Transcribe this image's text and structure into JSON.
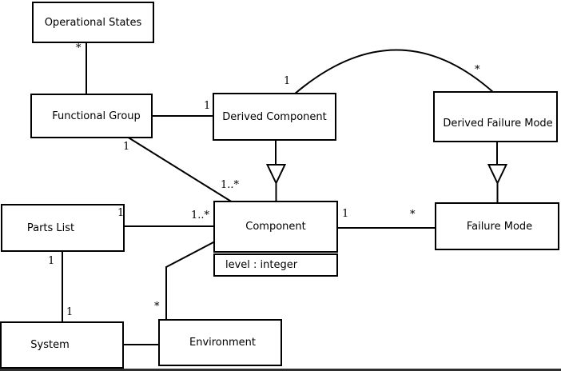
{
  "diagram": {
    "kind": "uml-class-diagram",
    "background_color": "#ffffff",
    "line_color": "#000000",
    "bottom_edge_color": "#2e2e2e",
    "classes": {
      "operational_states": {
        "name": "Operational States"
      },
      "functional_group": {
        "name": "Functional Group"
      },
      "derived_component": {
        "name": "Derived Component"
      },
      "derived_failure_mode": {
        "name": "Derived Failure Mode"
      },
      "parts_list": {
        "name": "Parts List"
      },
      "component": {
        "name": "Component",
        "attribute": "level : integer"
      },
      "failure_mode": {
        "name": "Failure Mode"
      },
      "system": {
        "name": "System"
      },
      "environment": {
        "name": "Environment"
      }
    },
    "relationships": [
      {
        "end_a": "Functional Group",
        "end_b": "Operational States",
        "type": "association",
        "mult_b": "*"
      },
      {
        "end_a": "Functional Group",
        "end_b": "Derived Component",
        "type": "association",
        "mult_b": "1"
      },
      {
        "end_a": "Derived Component",
        "end_b": "Derived Failure Mode",
        "type": "association",
        "mult_a": "1",
        "mult_b": "*"
      },
      {
        "end_a": "Derived Component",
        "end_b": "Component",
        "type": "generalization"
      },
      {
        "end_a": "Derived Failure Mode",
        "end_b": "Failure Mode",
        "type": "generalization"
      },
      {
        "end_a": "Functional Group",
        "end_b": "Component",
        "type": "association",
        "mult_a": "1",
        "mult_b": "1..*"
      },
      {
        "end_a": "Parts List",
        "end_b": "Component",
        "type": "association",
        "mult_a": "1",
        "mult_b": "1..*"
      },
      {
        "end_a": "Component",
        "end_b": "Failure Mode",
        "type": "association",
        "mult_a": "1",
        "mult_b": "*"
      },
      {
        "end_a": "Parts List",
        "end_b": "System",
        "type": "association",
        "mult_a": "1",
        "mult_b": "1"
      },
      {
        "end_a": "System",
        "end_b": "Environment",
        "type": "association"
      },
      {
        "end_a": "Environment",
        "end_b": "Component",
        "type": "association",
        "mult_a": "*"
      }
    ]
  }
}
